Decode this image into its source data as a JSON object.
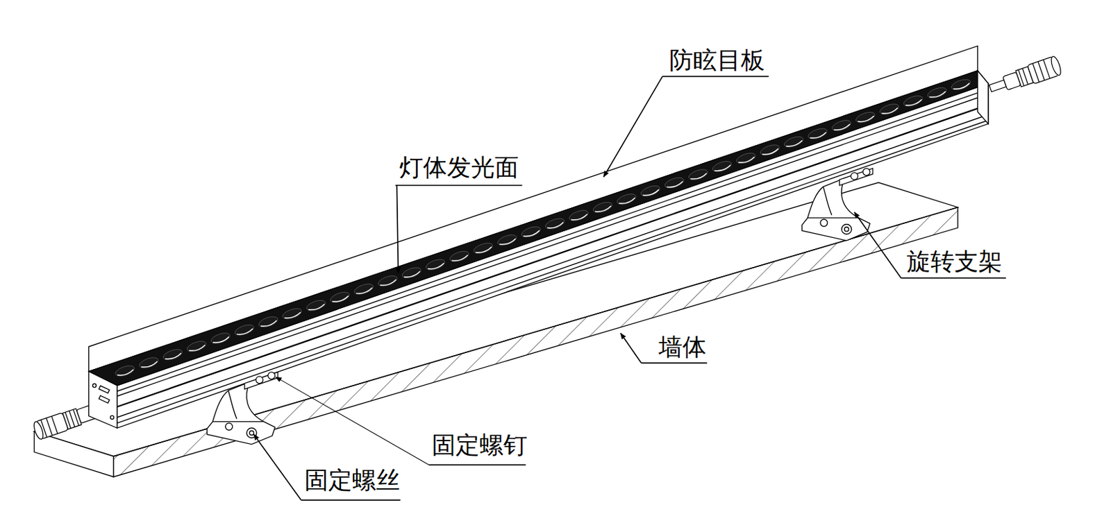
{
  "diagram": {
    "labels": [
      "防眩目板",
      "灯体发光面",
      "旋转支架",
      "墙体",
      "固定螺钉",
      "固定螺丝"
    ]
  }
}
